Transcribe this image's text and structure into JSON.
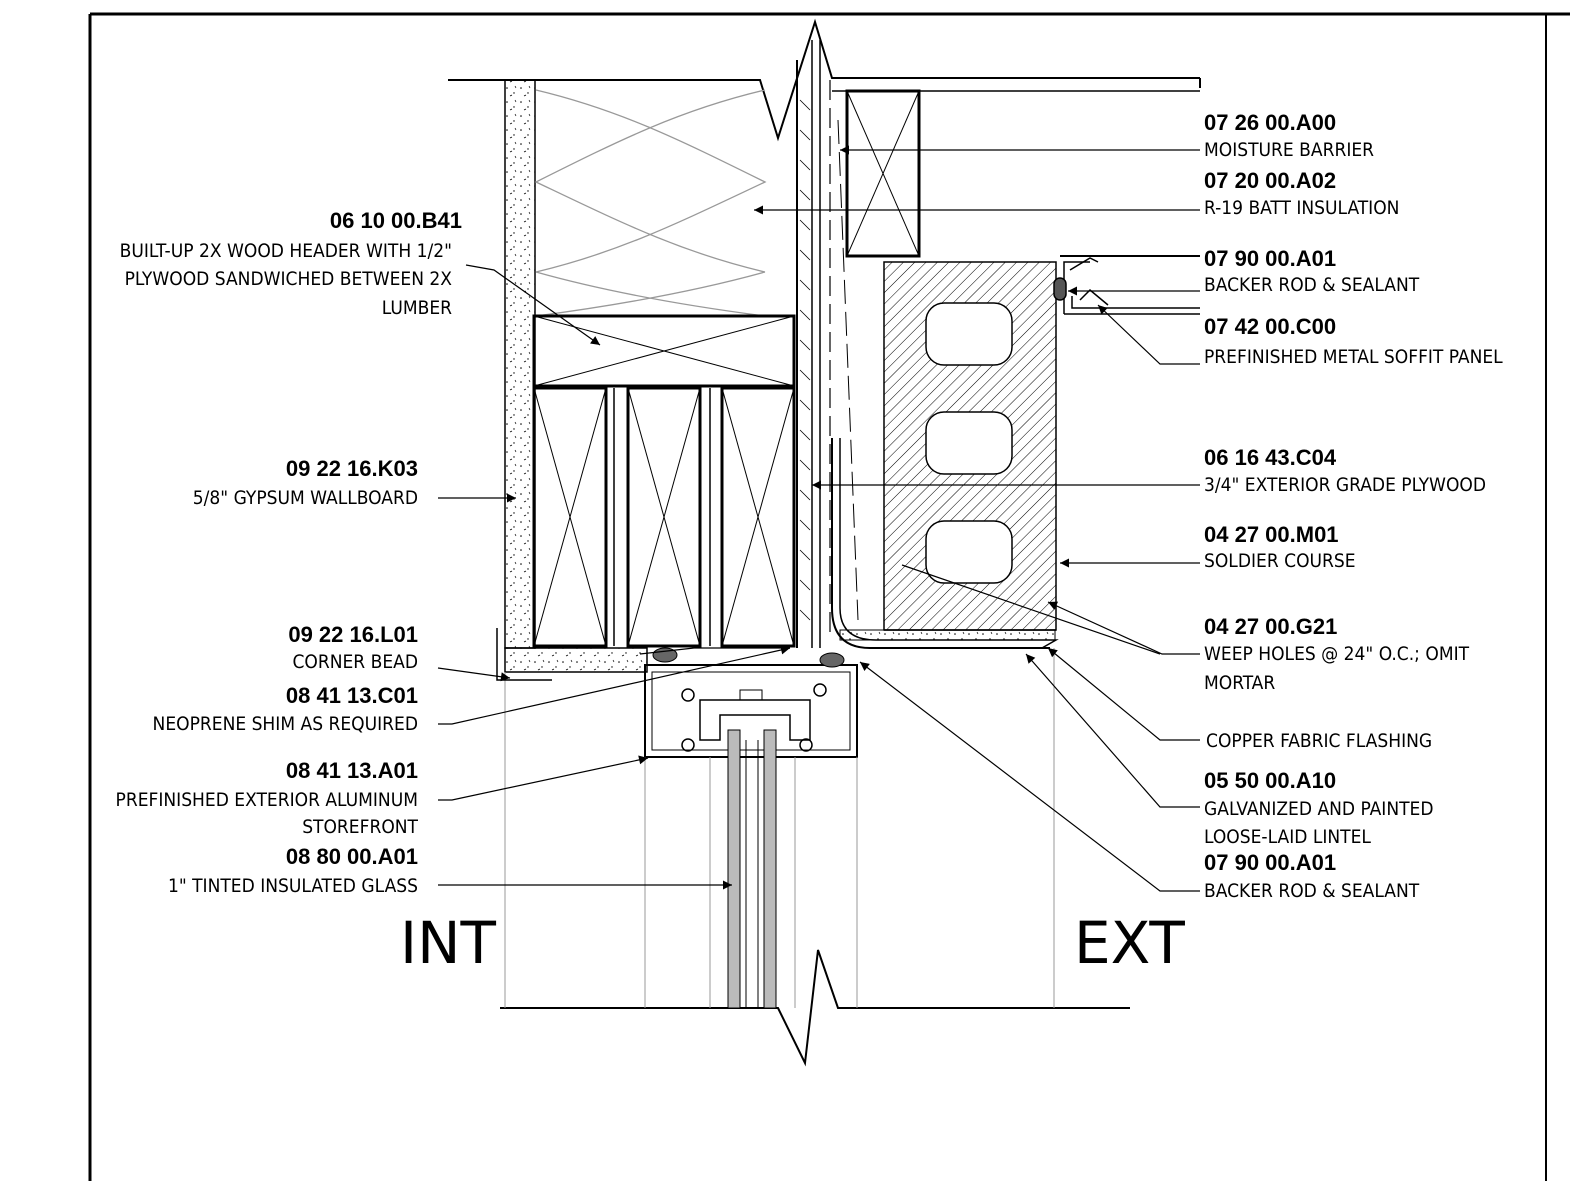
{
  "labels_left": [
    {
      "code": "06 10 00.B41",
      "lines": [
        "BUILT-UP 2X WOOD HEADER WITH 1/2\"",
        "PLYWOOD SANDWICHED BETWEEN 2X",
        "LUMBER"
      ]
    },
    {
      "code": "09 22 16.K03",
      "lines": [
        "5/8\" GYPSUM WALLBOARD"
      ]
    },
    {
      "code": "09 22 16.L01",
      "lines": [
        "CORNER BEAD"
      ]
    },
    {
      "code": "08 41 13.C01",
      "lines": [
        "NEOPRENE SHIM AS REQUIRED"
      ]
    },
    {
      "code": "08 41 13.A01",
      "lines": [
        "PREFINISHED EXTERIOR ALUMINUM",
        "STOREFRONT"
      ]
    },
    {
      "code": "08 80 00.A01",
      "lines": [
        "1\" TINTED INSULATED GLASS"
      ]
    }
  ],
  "labels_right": [
    {
      "code": "07 26 00.A00",
      "lines": [
        "MOISTURE BARRIER"
      ]
    },
    {
      "code": "07 20 00.A02",
      "lines": [
        "R-19 BATT INSULATION"
      ]
    },
    {
      "code": "07 90 00.A01",
      "lines": [
        "BACKER ROD & SEALANT"
      ]
    },
    {
      "code": "07 42 00.C00",
      "lines": [
        "PREFINISHED METAL SOFFIT PANEL"
      ]
    },
    {
      "code": "06 16 43.C04",
      "lines": [
        "3/4\" EXTERIOR GRADE PLYWOOD"
      ]
    },
    {
      "code": "04 27 00.M01",
      "lines": [
        "SOLDIER COURSE"
      ]
    },
    {
      "code": "04 27 00.G21",
      "lines": [
        "WEEP HOLES @ 24\" O.C.; OMIT",
        "MORTAR"
      ]
    },
    {
      "code": "",
      "lines": [
        "COPPER FABRIC FLASHING"
      ]
    },
    {
      "code": "05 50 00.A10",
      "lines": [
        "GALVANIZED AND PAINTED",
        "LOOSE-LAID LINTEL"
      ]
    },
    {
      "code": "07 90 00.A01",
      "lines": [
        "BACKER ROD & SEALANT"
      ]
    }
  ],
  "side_labels": {
    "interior": "INT",
    "exterior": "EXT"
  }
}
